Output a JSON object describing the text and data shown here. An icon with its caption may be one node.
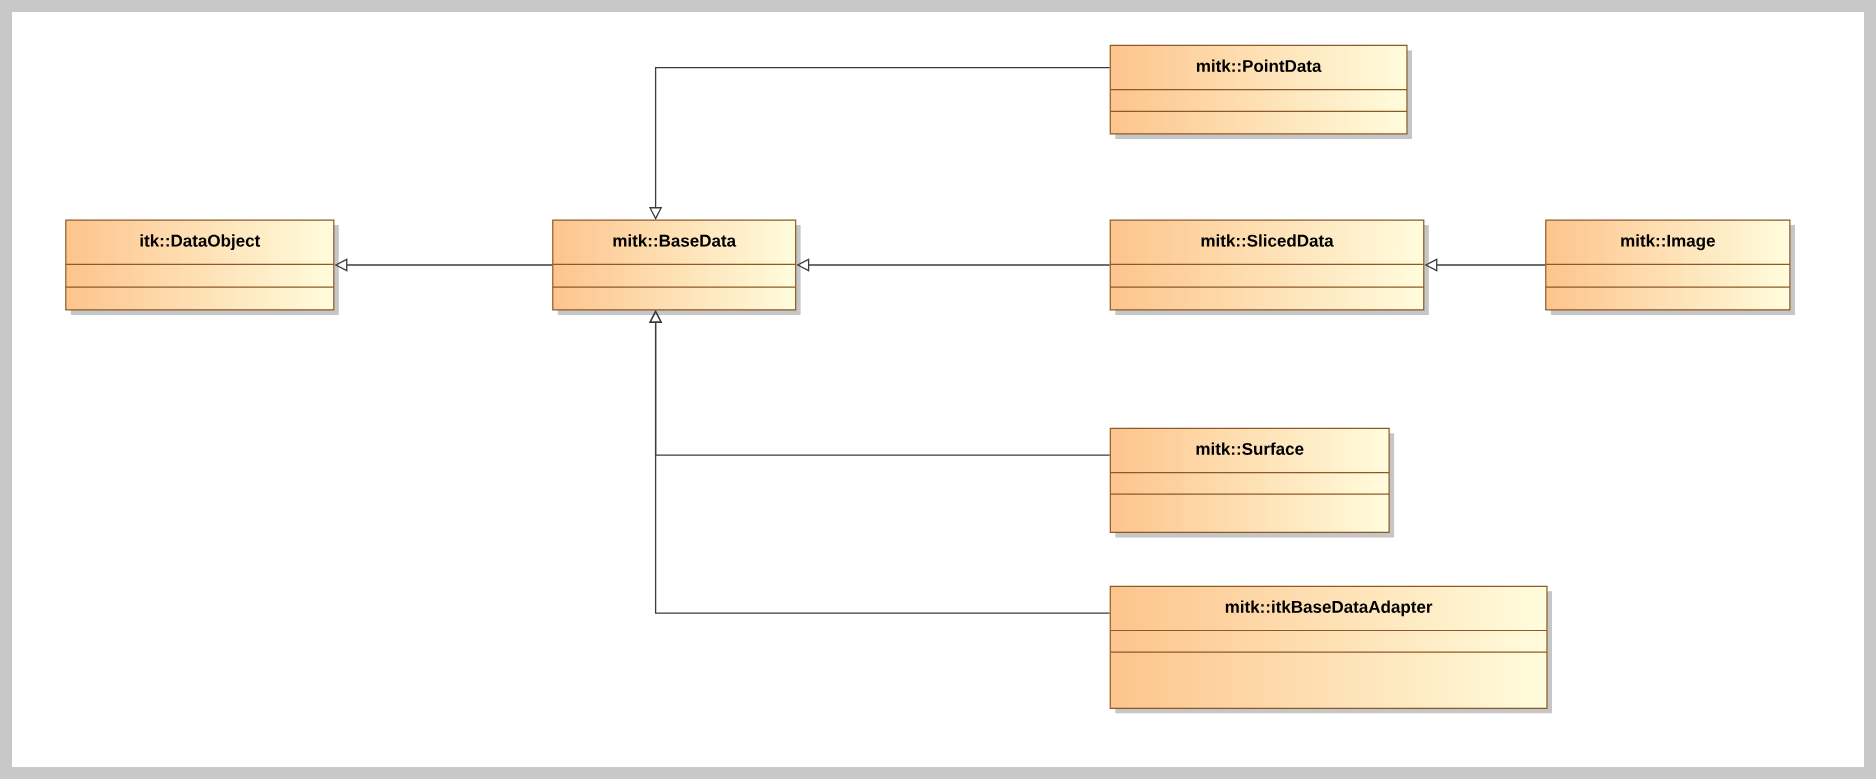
{
  "diagram": {
    "nodes": [
      {
        "text": [
          "itk::DataObject"
        ]
      },
      {
        "text": [
          "mitk::BaseData"
        ]
      },
      {
        "text": [
          "mitk::PointData"
        ]
      },
      {
        "text": [
          "mitk::SlicedData"
        ]
      },
      {
        "text": [
          "mitk::Image"
        ]
      },
      {
        "text": [
          "mitk::Surface"
        ]
      },
      {
        "text": [
          "mitk::itkBaseDataAdapter"
        ]
      }
    ],
    "edges": [
      {
        "from": 1,
        "to": 0,
        "arrow": "to"
      },
      {
        "from": 2,
        "to": 1,
        "arrow": "to"
      },
      {
        "from": 3,
        "to": 1,
        "arrow": "to"
      },
      {
        "from": 4,
        "to": 3,
        "arrow": "to"
      },
      {
        "from": 5,
        "to": 1,
        "arrow": "to"
      },
      {
        "from": 6,
        "to": 1,
        "arrow": "to"
      }
    ]
  }
}
